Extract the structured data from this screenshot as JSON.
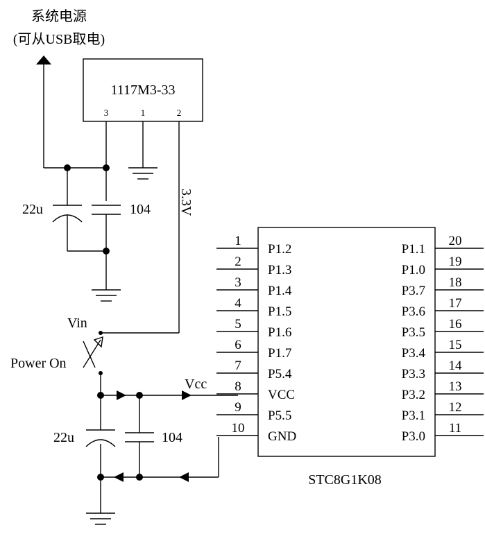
{
  "power_source": {
    "label_line1": "系统电源",
    "label_line2": "(可从USB取电)"
  },
  "regulator": {
    "part": "1117M3-33",
    "pins": [
      "3",
      "1",
      "2"
    ],
    "output_label": "3.3V"
  },
  "upper_caps": {
    "electrolytic": "22u",
    "ceramic": "104"
  },
  "switch": {
    "input_label": "Vin",
    "name": "Power On"
  },
  "lower_caps": {
    "electrolytic": "22u",
    "ceramic": "104"
  },
  "net_vcc": "Vcc",
  "mcu": {
    "part": "STC8G1K08",
    "left_pins": [
      {
        "num": "1",
        "name": "P1.2"
      },
      {
        "num": "2",
        "name": "P1.3"
      },
      {
        "num": "3",
        "name": "P1.4"
      },
      {
        "num": "4",
        "name": "P1.5"
      },
      {
        "num": "5",
        "name": "P1.6"
      },
      {
        "num": "6",
        "name": "P1.7"
      },
      {
        "num": "7",
        "name": "P5.4"
      },
      {
        "num": "8",
        "name": "VCC"
      },
      {
        "num": "9",
        "name": "P5.5"
      },
      {
        "num": "10",
        "name": "GND"
      }
    ],
    "right_pins": [
      {
        "num": "20",
        "name": "P1.1"
      },
      {
        "num": "19",
        "name": "P1.0"
      },
      {
        "num": "18",
        "name": "P3.7"
      },
      {
        "num": "17",
        "name": "P3.6"
      },
      {
        "num": "16",
        "name": "P3.5"
      },
      {
        "num": "15",
        "name": "P3.4"
      },
      {
        "num": "14",
        "name": "P3.3"
      },
      {
        "num": "13",
        "name": "P3.2"
      },
      {
        "num": "12",
        "name": "P3.1"
      },
      {
        "num": "11",
        "name": "P3.0"
      }
    ]
  }
}
